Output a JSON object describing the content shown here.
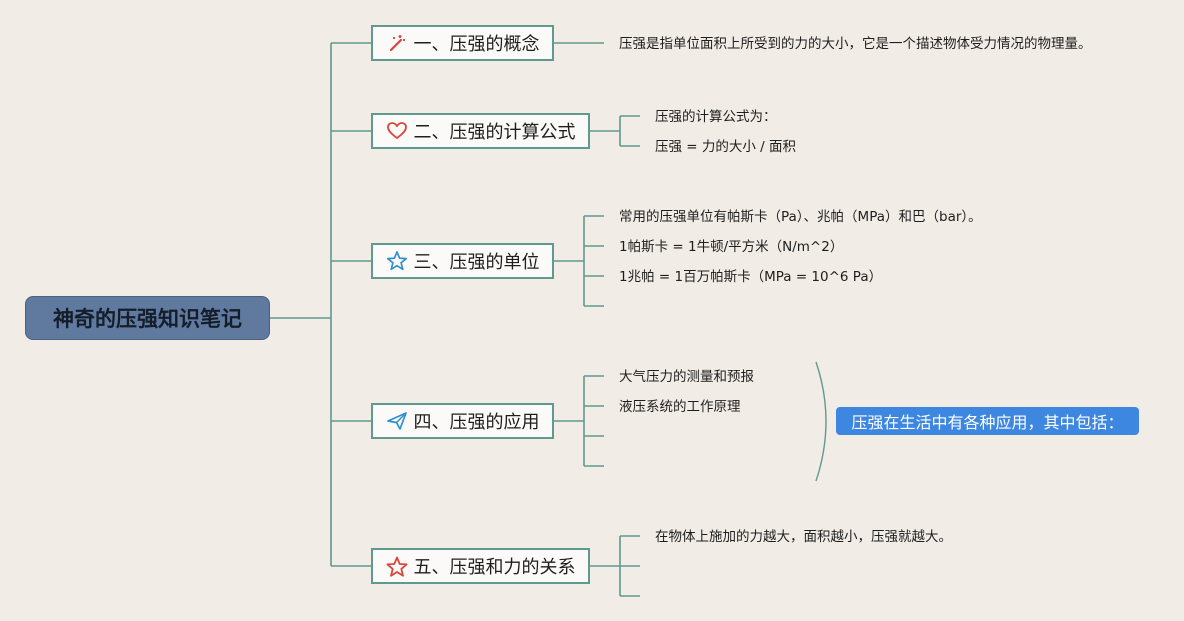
{
  "root": {
    "title": "神奇的压强知识笔记"
  },
  "branches": [
    {
      "title": "一、压强的概念",
      "icon": "magic-wand-icon",
      "leaves": [
        "压强是指单位面积上所受到的力的大小，它是一个描述物体受力情况的物理量。"
      ]
    },
    {
      "title": "二、压强的计算公式",
      "icon": "heart-icon",
      "leaves": [
        "压强的计算公式为：",
        "压强 = 力的大小 / 面积"
      ]
    },
    {
      "title": "三、压强的单位",
      "icon": "star-outline-icon",
      "leaves": [
        "常用的压强单位有帕斯卡（Pa）、兆帕（MPa）和巴（bar）。",
        "1帕斯卡 = 1牛顿/平方米（N/m^2）",
        "1兆帕 = 1百万帕斯卡（MPa = 10^6 Pa）"
      ]
    },
    {
      "title": "四、压强的应用",
      "icon": "paper-plane-icon",
      "leaves": [
        "大气压力的测量和预报",
        "液压系统的工作原理"
      ],
      "summary": "压强在生活中有各种应用，其中包括："
    },
    {
      "title": "五、压强和力的关系",
      "icon": "star-icon",
      "leaves": [
        "在物体上施加的力越大，面积越小，压强就越大。"
      ]
    }
  ],
  "colors": {
    "connector": "#5f9a8f",
    "root_fill": "#5f7a9e",
    "summary_fill": "#3d87e0",
    "background": "#f2ece6"
  }
}
